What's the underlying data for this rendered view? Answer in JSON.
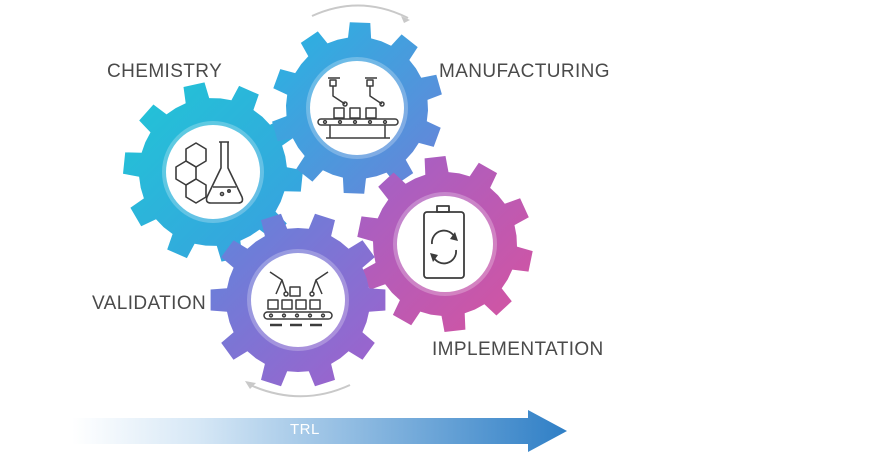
{
  "labels": {
    "chemistry": "CHEMISTRY",
    "manufacturing": "MANUFACTURING",
    "validation": "VALIDATION",
    "implementation": "IMPLEMENTATION",
    "trl": "TRL"
  },
  "gears": [
    {
      "name": "chemistry",
      "icon": "chemistry-flask-hexagon-icon",
      "color_a": "#22c3d8",
      "color_b": "#3a9fdc"
    },
    {
      "name": "manufacturing",
      "icon": "robotic-assembly-line-icon",
      "color_a": "#2bb3e0",
      "color_b": "#6a7fd8"
    },
    {
      "name": "implementation",
      "icon": "battery-recycle-icon",
      "color_a": "#b15ec4",
      "color_b": "#d055a6"
    },
    {
      "name": "validation",
      "icon": "robot-hands-conveyor-icon",
      "color_a": "#6d78d6",
      "color_b": "#9b63cc"
    }
  ],
  "colors": {
    "arrow": "#3a86c8",
    "arrow_fade": "#e6f1fa",
    "cycle_arrow": "#c9c9c9",
    "label_text": "#4a4a4a",
    "icon_stroke": "#3c3c3c"
  }
}
